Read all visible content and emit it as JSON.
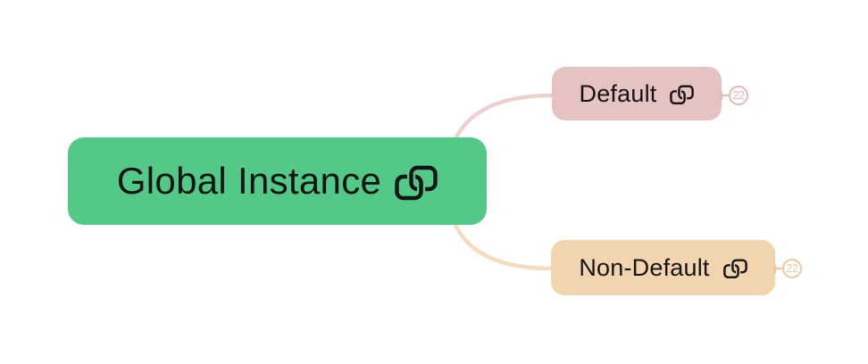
{
  "colors": {
    "background": "#FFFFFF",
    "green_node": "#52C987",
    "pink_node": "#E6C2C2",
    "tan_node": "#F2D4AE",
    "pink_curve": "#ECD1CF",
    "tan_curve": "#F4DCBF",
    "pink_badge": "#E5B9B7",
    "tan_badge": "#EFC9A0",
    "text": "#141414",
    "icon": "#151515"
  },
  "mindmap": {
    "root": {
      "label": "Global Instance",
      "icon": "clone-link-icon"
    },
    "children": [
      {
        "label": "Default",
        "icon": "clone-link-icon",
        "badge_count": "22"
      },
      {
        "label": "Non-Default",
        "icon": "clone-link-icon",
        "badge_count": "22"
      }
    ]
  }
}
